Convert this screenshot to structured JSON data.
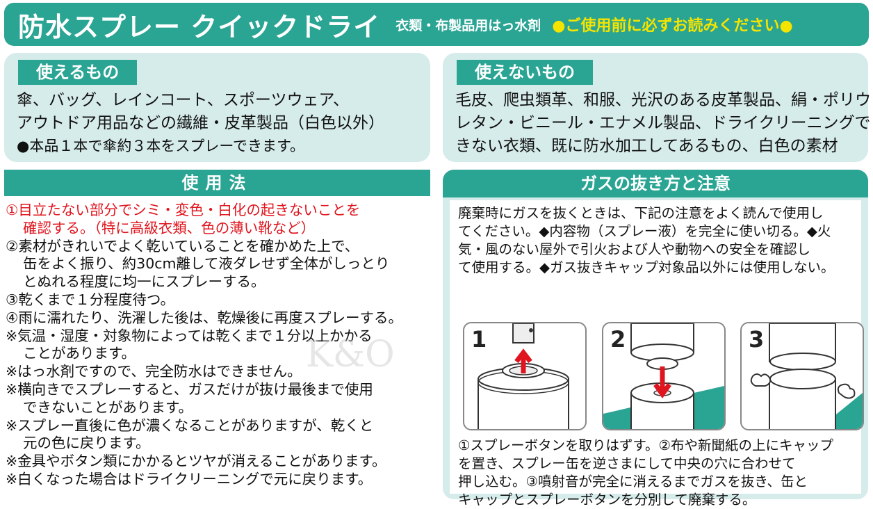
{
  "header": {
    "title": "防水スプレー クイックドライ",
    "subtitle": "衣類・布製品用はっ水剤",
    "notice": "●ご使用前に必ずお読みください●"
  },
  "usable": {
    "heading": "使えるもの",
    "lines": [
      "傘、バッグ、レインコート、スポーツウェア、",
      "アウトドア用品などの繊維・皮革製品（白色以外）"
    ],
    "note": "●本品１本で傘約３本をスプレーできます。"
  },
  "unusable": {
    "heading": "使えないもの",
    "lines": [
      "毛皮、爬虫類革、和服、光沢のある皮革製品、絹・ポリウ",
      "レタン・ビニール・エナメル製品、ドライクリーニングで",
      "きない衣類、既に防水加工してあるもの、白色の素材"
    ]
  },
  "usage": {
    "heading": "使用法",
    "lines": [
      "①目立たない部分でシミ・変色・白化の起きないことを",
      "確認する。（特に高級衣類、色の薄い靴など）",
      "②素材がきれいでよく乾いていることを確かめた上で、",
      "缶をよく振り、約30cm離して液ダレせず全体がしっとり",
      "とぬれる程度に均一にスプレーする。",
      "③乾くまで１分程度待つ。",
      "④雨に濡れたり、洗濯した後は、乾燥後に再度スプレーする。",
      "※気温・湿度・対象物によっては乾くまで１分以上かかる",
      "ことがあります。",
      "※はっ水剤ですので、完全防水はできません。",
      "※横向きでスプレーすると、ガスだけが抜け最後まで使用",
      "できないことがあります。",
      "※スプレー直後に色が濃くなることがありますが、乾くと",
      "元の色に戻ります。",
      "※金具やボタン類にかかるとツヤが消えることがあります。",
      "※白くなった場合はドライクリーニングで元に戻ります。"
    ]
  },
  "gas": {
    "heading": "ガスの抜き方と注意",
    "intro_lines": [
      "廃棄時にガスを抜くときは、下記の注意をよく読んで使用し",
      "てください。◆内容物（スプレー液）を完全に使い切る。◆火",
      "気・風のない屋外で引火および人や動物への安全を確認し",
      "て使用する。◆ガス抜きキャップ対象品以外には使用しない。"
    ],
    "steps": [
      {
        "number": "1"
      },
      {
        "number": "2"
      },
      {
        "number": "3"
      }
    ],
    "step_lines": [
      "①スプレーボタンを取りはずす。②布や新聞紙の上にキャップ",
      "を置き、スプレー缶を逆さまにして中央の穴に合わせて",
      "押し込む。③噴射音が完全に消えるまでガスを抜き、缶と",
      "キャップとスプレーボタンを分別して廃棄する。"
    ]
  },
  "watermark": "K&O",
  "colors": {
    "teal": "#2aa493",
    "panel": "#d6ecea",
    "red": "#e0141e",
    "yellow": "#f5e400"
  }
}
